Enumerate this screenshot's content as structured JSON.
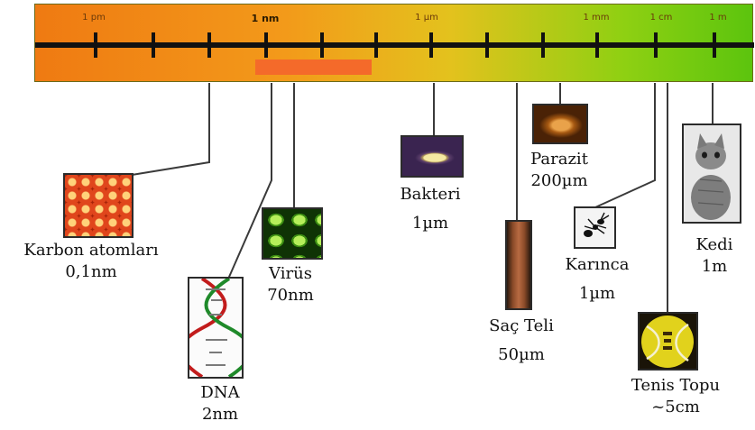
{
  "scale": {
    "labels": [
      "1 pm",
      "1 nm",
      "1 µm",
      "1 mm",
      "1 cm",
      "1 m"
    ]
  },
  "items": {
    "karbon": {
      "name": "Karbon atomları",
      "size": "0,1nm"
    },
    "dna": {
      "name": "DNA",
      "size": "2nm"
    },
    "virus": {
      "name": "Virüs",
      "size": "70nm"
    },
    "bakteri": {
      "name": "Bakteri",
      "size": "1µm"
    },
    "sac": {
      "name": "Saç Teli",
      "size": "50µm"
    },
    "parazit": {
      "name": "Parazit",
      "size": "200µm"
    },
    "karinca": {
      "name": "Karınca",
      "size": "1µm"
    },
    "tenis": {
      "name": "Tenis Topu",
      "size": "~5cm"
    },
    "kedi": {
      "name": "Kedi",
      "size": "1m"
    }
  },
  "colors": {
    "bar_left": "#ef7a12",
    "bar_right": "#5cc40e",
    "highlight": "#f46a2a"
  }
}
